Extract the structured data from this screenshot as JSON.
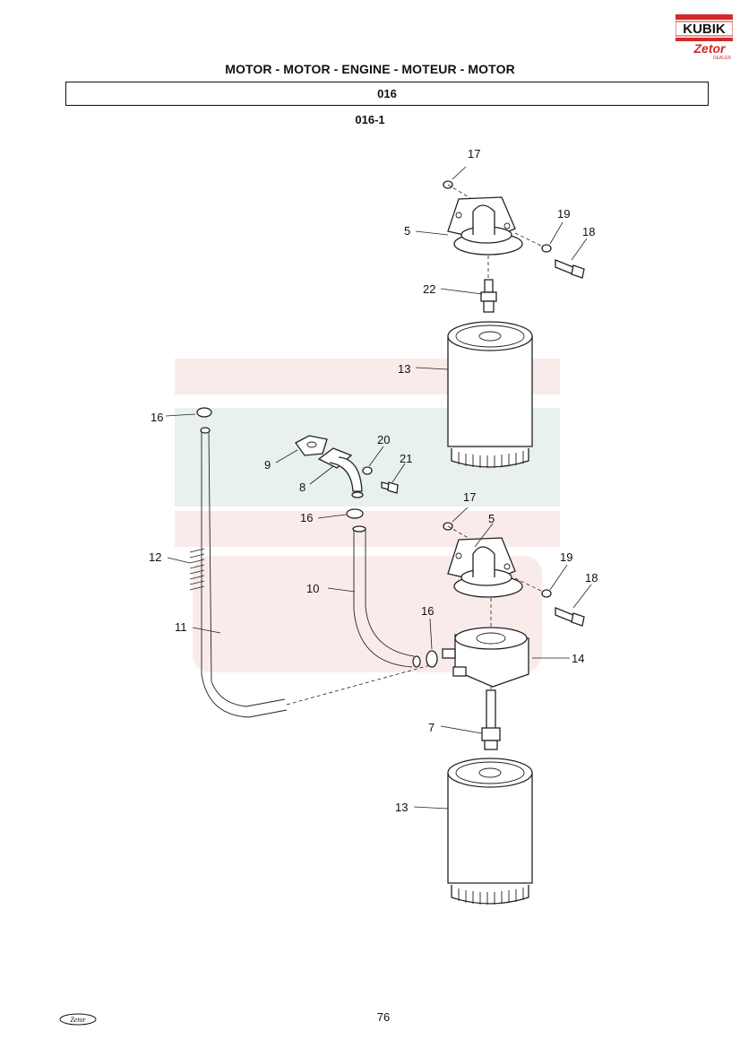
{
  "header": {
    "title": "MOTOR - MOTOR - ENGINE - MOTEUR - MOTOR",
    "section": "016",
    "sub_id": "016-1"
  },
  "brand": {
    "logo_text": "KUBIK",
    "sub_logo_text": "Zetor",
    "dealer_text": "DEALER",
    "accent_color": "#d42a2a"
  },
  "parts_labels": {
    "l17a": "17",
    "l5a": "5",
    "l19a": "19",
    "l18a": "18",
    "l22": "22",
    "l13a": "13",
    "l16a": "16",
    "l20": "20",
    "l9": "9",
    "l21": "21",
    "l8": "8",
    "l16b": "16",
    "l17b": "17",
    "l5b": "5",
    "l12": "12",
    "l19b": "19",
    "l18b": "18",
    "l10": "10",
    "l11": "11",
    "l16c": "16",
    "l14": "14",
    "l7": "7",
    "l13b": "13"
  },
  "footer": {
    "page_number": "76",
    "logo_text": "Zetor"
  }
}
